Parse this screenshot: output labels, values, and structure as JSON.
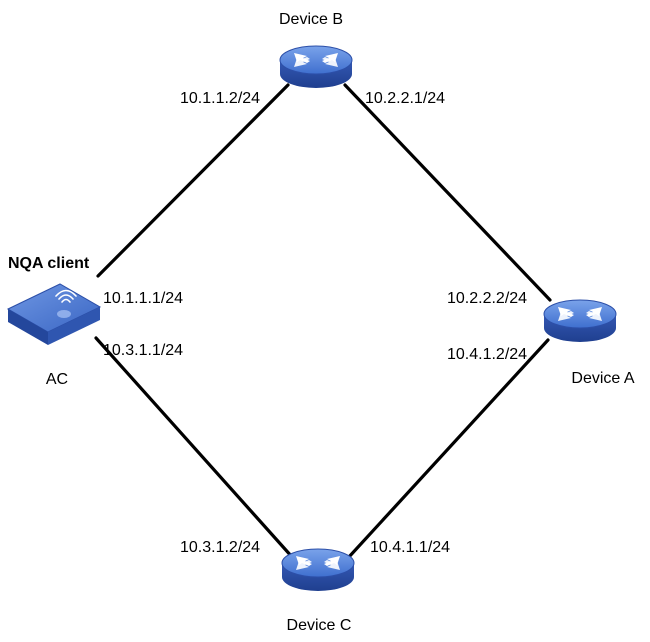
{
  "nodes": {
    "device_b": {
      "label": "Device B"
    },
    "device_a": {
      "label": "Device A"
    },
    "device_c": {
      "label": "Device C"
    },
    "ac": {
      "label": "AC",
      "role": "NQA client"
    }
  },
  "interfaces": {
    "ac_to_b": "10.1.1.1/24",
    "b_to_ac": "10.1.1.2/24",
    "b_to_a": "10.2.2.1/24",
    "a_to_b": "10.2.2.2/24",
    "a_to_c": "10.4.1.2/24",
    "c_to_a": "10.4.1.1/24",
    "ac_to_c": "10.3.1.1/24",
    "c_to_ac": "10.3.1.2/24"
  },
  "colors": {
    "router_top": "#4f7fd6",
    "router_side": "#2c4fa8",
    "router_arrows": "#ffffff",
    "ac_body": "#3a66c4",
    "link": "#000000"
  },
  "icons": {
    "router": "router-icon",
    "access_controller": "access-controller-icon"
  }
}
